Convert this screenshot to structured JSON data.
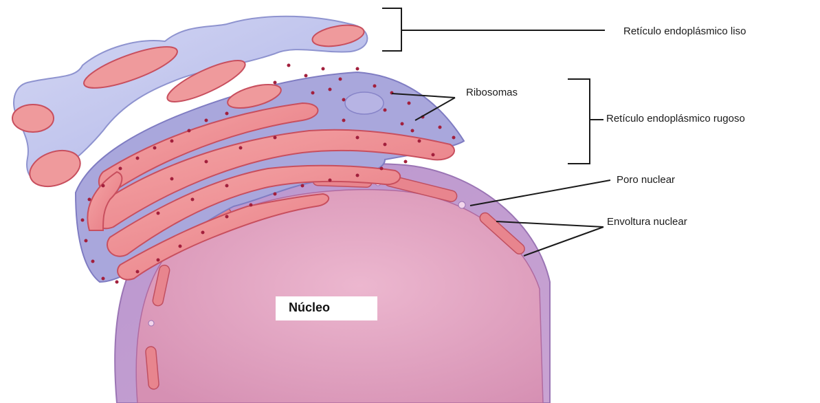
{
  "labels": {
    "smooth_er": "Retículo endoplásmico liso",
    "ribosomes": "Ribosomas",
    "rough_er": "Retículo endoplásmico rugoso",
    "nuclear_pore": "Poro nuclear",
    "nuclear_envelope": "Envoltura nuclear",
    "nucleus": "Núcleo"
  },
  "colors": {
    "smooth_er": "#c9cdee",
    "smooth_er_edge": "#8e93cf",
    "rough_er": "#ef8f92",
    "rough_er_edge": "#c84f5e",
    "ribosome": "#a21f3c",
    "envelope": "#b791c9",
    "nucleoplasm": "#dea0bd",
    "leader_line": "#1a1a1a"
  }
}
